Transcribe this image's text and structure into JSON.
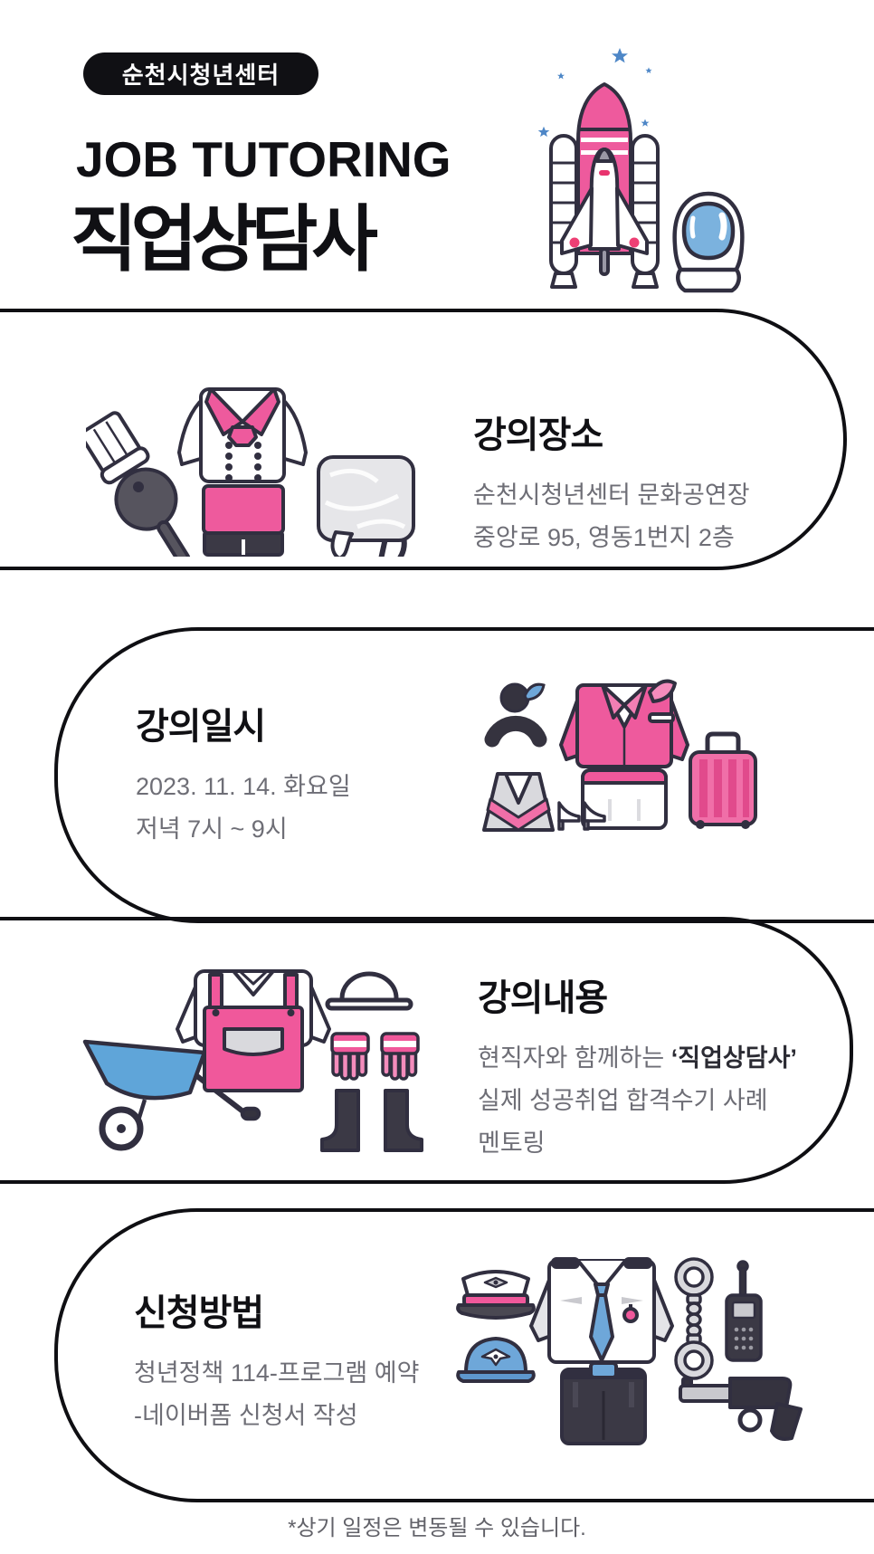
{
  "header": {
    "badge": "순천시청년센터",
    "subtitle": "JOB TUTORING",
    "title": "직업상담사"
  },
  "sections": {
    "location": {
      "title": "강의장소",
      "line1": "순천시청년센터 문화공연장",
      "line2": "중앙로 95, 영동1번지 2층"
    },
    "datetime": {
      "title": "강의일시",
      "line1": "2023. 11. 14. 화요일",
      "line2": "저녁 7시 ~ 9시"
    },
    "content": {
      "title": "강의내용",
      "line1_prefix": "현직자와 함께하는 ",
      "line1_emphasis": "‘직업상담사’",
      "line2": "실제 성공취업 합격수기 사례",
      "line3": "멘토링"
    },
    "apply": {
      "title": "신청방법",
      "line1": "청년정책 114-프로그램 예약",
      "line2": "-네이버폼 신청서 작성"
    }
  },
  "footer": {
    "note": "*상기 일정은 변동될 수 있습니다."
  },
  "illustrations": {
    "header": [
      "stars-icon",
      "space-shuttle-icon",
      "astronaut-helmet-icon"
    ],
    "location": [
      "chef-hat-pan-icon",
      "chef-jacket-icon",
      "chef-apron-icon",
      "cutting-board-towel-icon"
    ],
    "datetime": [
      "stewardess-hair-icon",
      "stewardess-jacket-icon",
      "stewardess-vest-icon",
      "stewardess-skirt-icon",
      "heels-icon",
      "luggage-icon"
    ],
    "content": [
      "wheelbarrow-icon",
      "farmer-overalls-icon",
      "straw-hat-icon",
      "gloves-icon",
      "boots-icon"
    ],
    "apply": [
      "police-cap-icon",
      "police-helmet-icon",
      "police-shirt-icon",
      "police-pants-icon",
      "handcuffs-icon",
      "walkie-talkie-icon",
      "pistol-icon"
    ]
  },
  "colors": {
    "pink": "#EE5A9D",
    "pink_dark": "#E14A8C",
    "pink_light": "#F48CBC",
    "outline_navy": "#312F40",
    "blue": "#6EA7D9",
    "star_blue": "#4E87C7",
    "gray_fill": "#D9D9DD",
    "dark_gray": "#3B3945",
    "text_black": "#101014",
    "text_gray": "#6E6E76"
  }
}
